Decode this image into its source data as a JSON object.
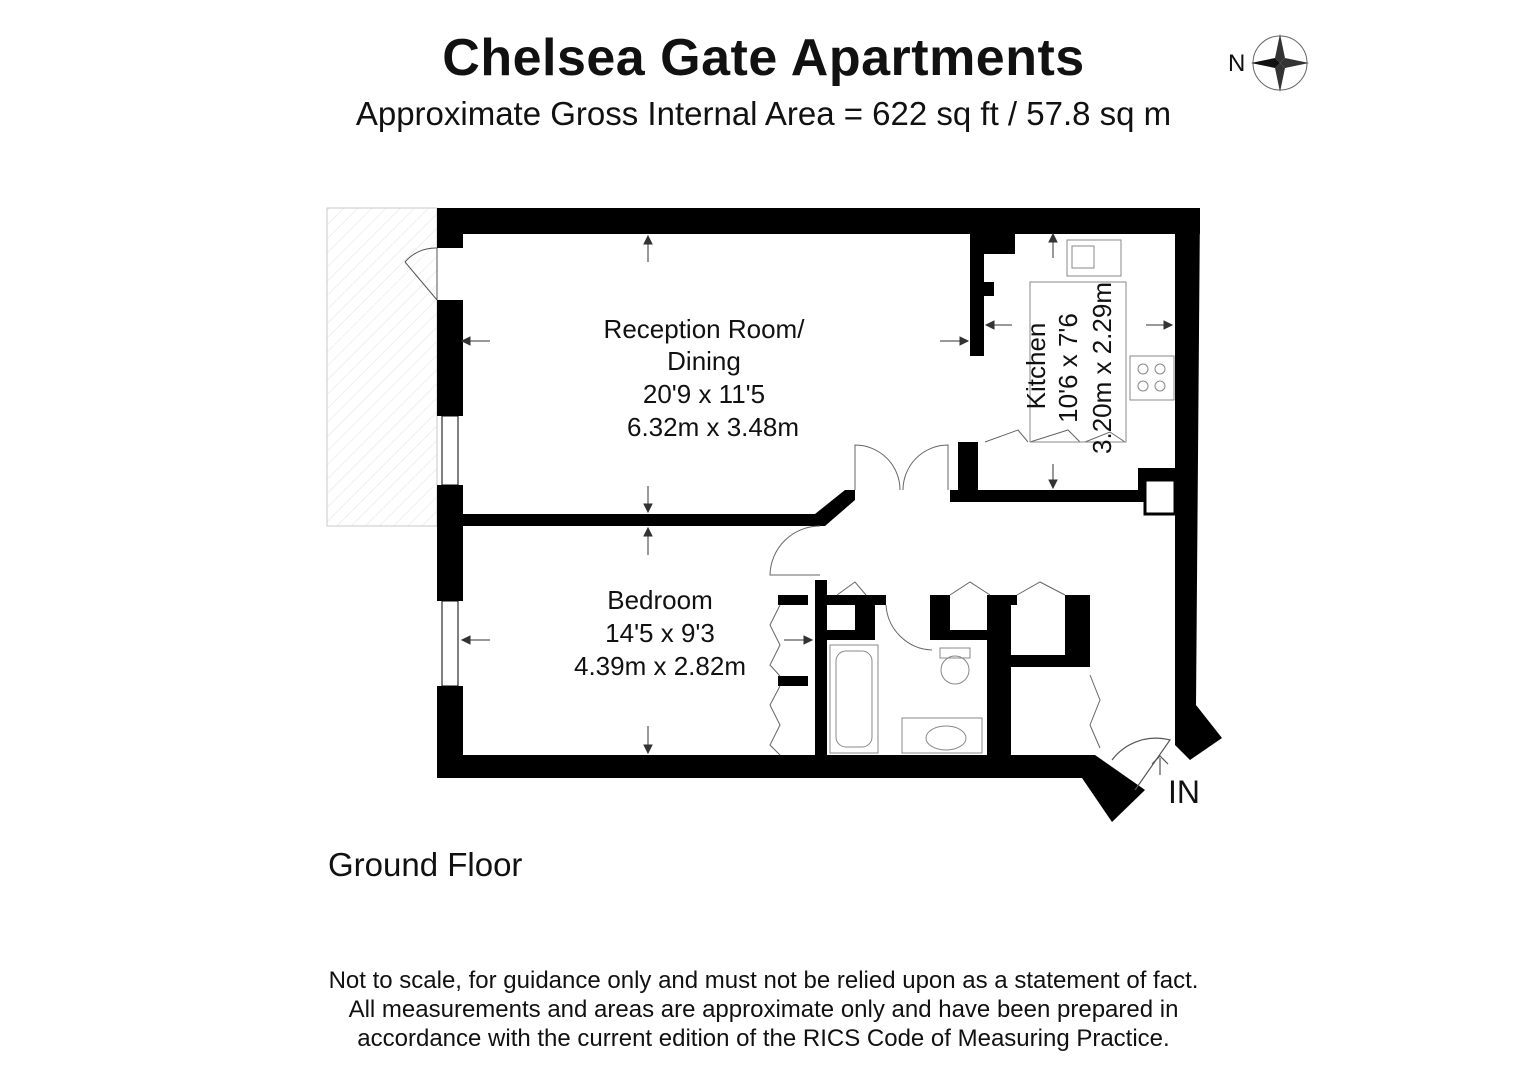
{
  "header": {
    "title": "Chelsea Gate Apartments",
    "subtitle": "Approximate Gross Internal Area = 622 sq ft / 57.8 sq m"
  },
  "compass": {
    "label": "N",
    "icon": "compass-rose-icon"
  },
  "rooms": {
    "reception": {
      "line1": "Reception Room/",
      "line2": "Dining",
      "imperial": "20'9 x 11'5",
      "metric": "6.32m x 3.48m"
    },
    "bedroom": {
      "name": "Bedroom",
      "imperial": "14'5 x 9'3",
      "metric": "4.39m x 2.82m"
    },
    "kitchen": {
      "name": "Kitchen",
      "imperial": "10'6 x 7'6",
      "metric": "3.20m x 2.29m"
    }
  },
  "entrance_label": "IN",
  "floor_label": "Ground Floor",
  "disclaimer": {
    "line1": "Not to scale, for guidance only and must not be relied upon as a statement of fact.",
    "line2": "All measurements and areas are approximate only and have been prepared in",
    "line3": "accordance with the current edition of the RICS Code of Measuring Practice."
  },
  "colors": {
    "wall": "#000000",
    "background": "#ffffff",
    "fixture": "#888888",
    "terrace": "#d9d9d9"
  }
}
